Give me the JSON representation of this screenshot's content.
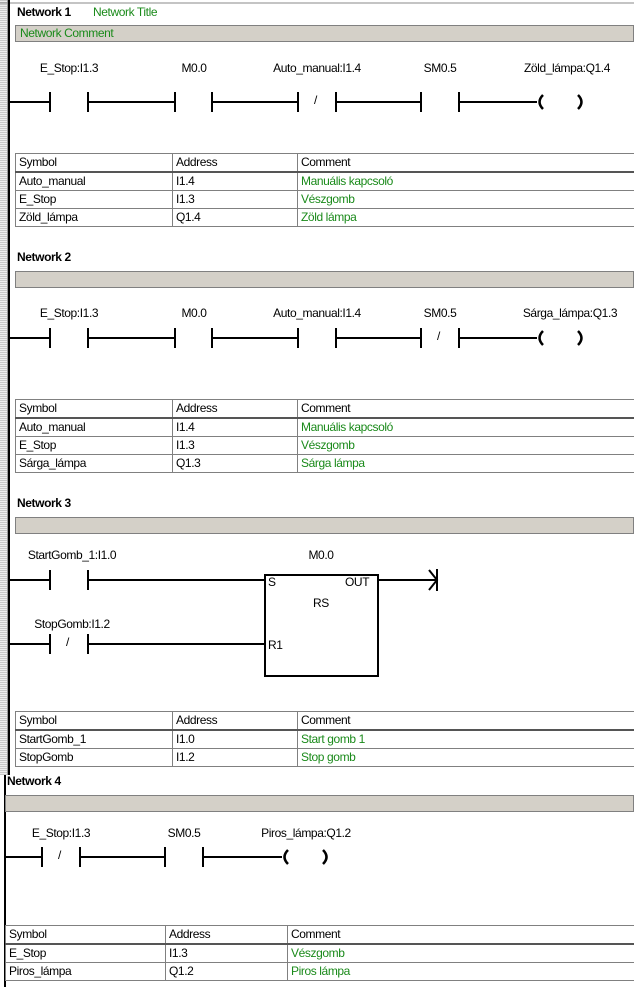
{
  "networks": [
    {
      "title": "Network 1",
      "subtitle": "Network Title",
      "comment": "Network Comment",
      "labels": [
        "E_Stop:I1.3",
        "M0.0",
        "Auto_manual:I1.4",
        "SM0.5",
        "Zöld_lámpa:Q1.4"
      ],
      "table": {
        "headers": [
          "Symbol",
          "Address",
          "Comment"
        ],
        "rows": [
          [
            "Auto_manual",
            "I1.4",
            "Manuális kapcsoló"
          ],
          [
            "E_Stop",
            "I1.3",
            "Vészgomb"
          ],
          [
            "Zöld_lámpa",
            "Q1.4",
            "Zöld lámpa"
          ]
        ]
      }
    },
    {
      "title": "Network 2",
      "comment": "",
      "labels": [
        "E_Stop:I1.3",
        "M0.0",
        "Auto_manual:I1.4",
        "SM0.5",
        "Sárga_lámpa:Q1.3"
      ],
      "table": {
        "headers": [
          "Symbol",
          "Address",
          "Comment"
        ],
        "rows": [
          [
            "Auto_manual",
            "I1.4",
            "Manuális kapcsoló"
          ],
          [
            "E_Stop",
            "I1.3",
            "Vészgomb"
          ],
          [
            "Sárga_lámpa",
            "Q1.3",
            "Sárga lámpa"
          ]
        ]
      }
    },
    {
      "title": "Network 3",
      "comment": "",
      "labels": [
        "StartGomb_1:I1.0",
        "StopGomb:I1.2",
        "M0.0"
      ],
      "box": {
        "name": "RS",
        "s": "S",
        "r": "R1",
        "out": "OUT"
      },
      "table": {
        "headers": [
          "Symbol",
          "Address",
          "Comment"
        ],
        "rows": [
          [
            "StartGomb_1",
            "I1.0",
            "Start gomb 1"
          ],
          [
            "StopGomb",
            "I1.2",
            "Stop gomb"
          ]
        ]
      }
    },
    {
      "title": "Network 4",
      "comment": "",
      "labels": [
        "E_Stop:I1.3",
        "SM0.5",
        "Piros_lámpa:Q1.2"
      ],
      "table": {
        "headers": [
          "Symbol",
          "Address",
          "Comment"
        ],
        "rows": [
          [
            "E_Stop",
            "I1.3",
            "Vészgomb"
          ],
          [
            "Piros_lámpa",
            "Q1.2",
            "Piros lámpa"
          ]
        ]
      }
    }
  ],
  "nc_mark": "/"
}
